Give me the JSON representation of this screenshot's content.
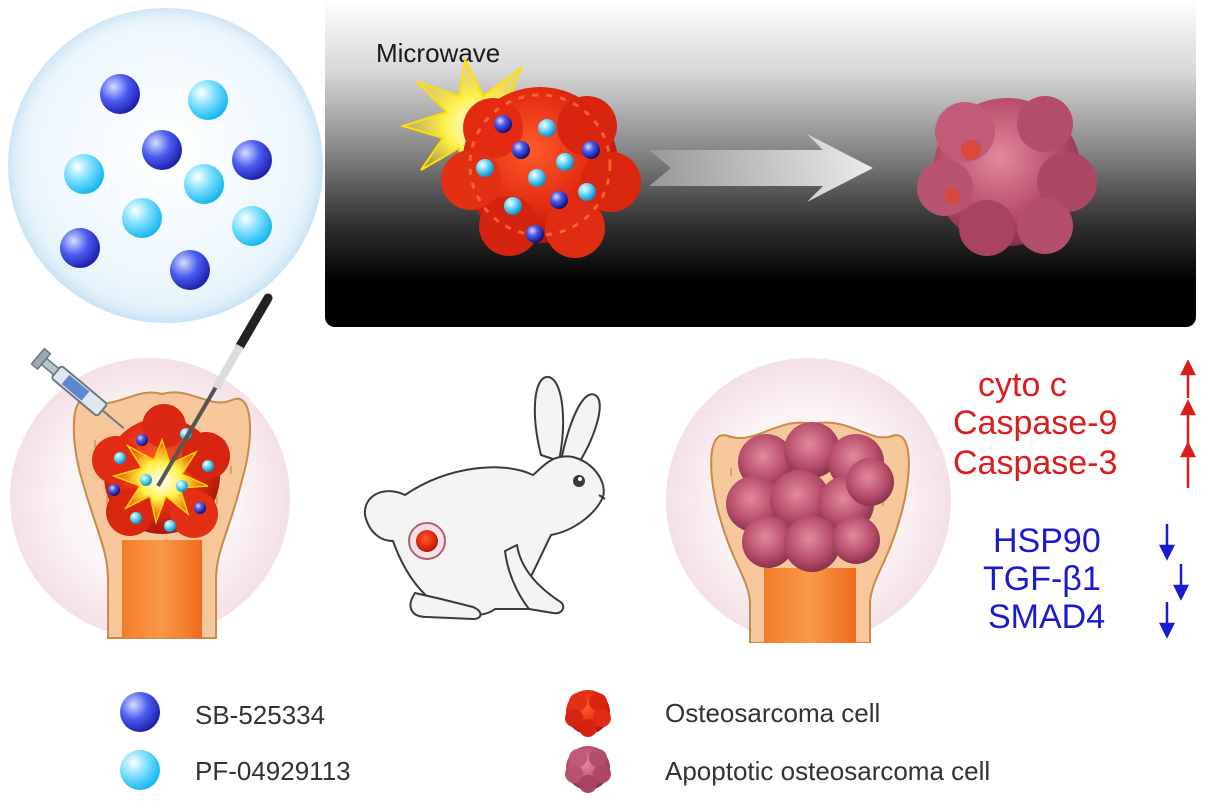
{
  "panel": {
    "label": "Microwave"
  },
  "markers": {
    "up": [
      "cyto c",
      "Caspase-9",
      "Caspase-3"
    ],
    "down": [
      "HSP90",
      "TGF-β1",
      "SMAD4"
    ]
  },
  "legend": {
    "sb": "SB-525334",
    "pf": "PF-04929113",
    "osteosarcoma": "Osteosarcoma cell",
    "apoptotic": "Apoptotic osteosarcoma cell"
  },
  "colors": {
    "sb_particle": "#2b2fd6",
    "pf_particle": "#1cc0f2",
    "tumor_cell": "#e0321c",
    "apoptotic_cell": "#b84f6c",
    "upregulated": "#dd1c1c",
    "downregulated": "#1a1acf",
    "bone": "#f1a050"
  }
}
